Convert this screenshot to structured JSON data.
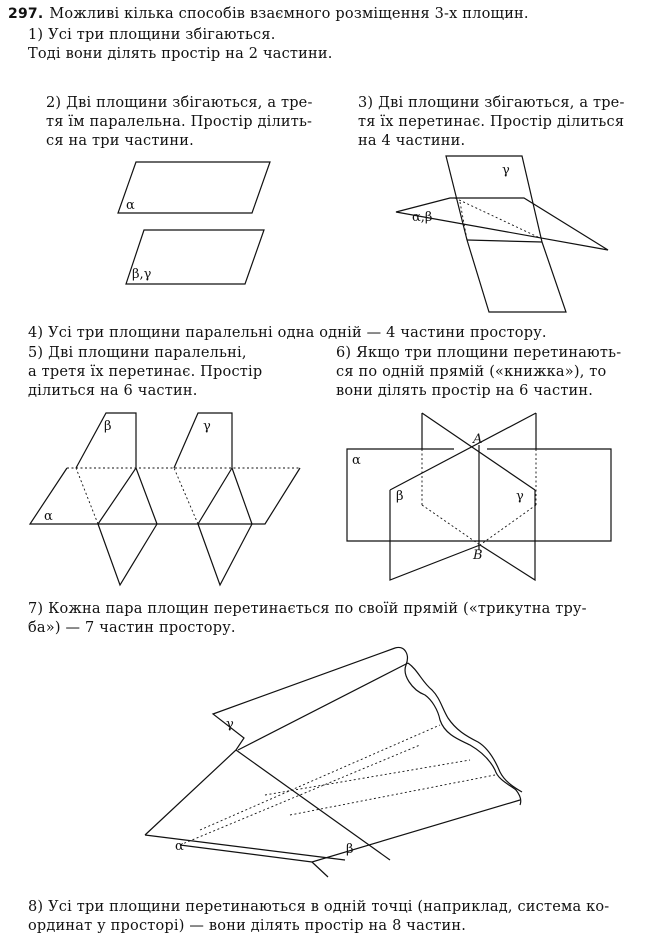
{
  "problem": {
    "number": "297.",
    "intro": "Можливі кілька способів взаємного розміщення 3-х площин."
  },
  "cases": {
    "c1_line1": "1) Усі три площини збігаються.",
    "c1_line2": "Тоді вони ділять простір на 2 частини.",
    "c2_line1": "2) Дві площини збігаються, а тре-",
    "c2_line2": "тя їм паралельна. Простір ділить-",
    "c2_line3": "ся на три частини.",
    "c3_line1": "3) Дві площини збігаються, а тре-",
    "c3_line2": "тя їх перетинає. Простір ділиться",
    "c3_line3": "на 4 частини.",
    "c4_line1": "4) Усі три площини паралельні одна одній — 4 частини простору.",
    "c5_line1": "5) Дві площини паралельні,",
    "c5_line2": "а третя їх перетинає. Простір",
    "c5_line3": "ділиться на 6 частин.",
    "c6_line1": "6) Якщо три площини перетинають-",
    "c6_line2": "ся по одній прямій («книжка»), то",
    "c6_line3": "вони ділять простір на 6 частин.",
    "c7_line1": "7) Кожна пара площин перетинається по своїй прямій («трикутна тру-",
    "c7_line2": "ба») — 7 частин простору.",
    "c8_line1": "8) Усі три площини перетинаються в одній точці (наприклад, система ко-",
    "c8_line2": "ординат у просторі) — вони ділять простір на 8 частин."
  },
  "labels": {
    "fig2_top": "α",
    "fig2_bottom": "β,γ",
    "fig3_gamma": "γ",
    "fig3_ab": "α,β",
    "fig5_alpha": "α",
    "fig5_beta": "β",
    "fig5_gamma": "γ",
    "fig6_alpha": "α",
    "fig6_beta": "β",
    "fig6_gamma": "γ",
    "fig6_A": "A",
    "fig6_B": "B",
    "fig7_gamma": "γ",
    "fig7_alpha": "α",
    "fig7_beta": "β"
  }
}
